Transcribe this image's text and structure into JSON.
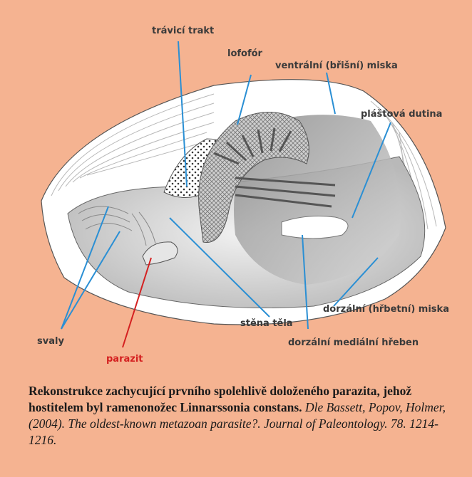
{
  "labels": {
    "travici_trakt": "trávicí trakt",
    "lofofor": "lofofór",
    "ventralni_miska": "ventrální (břišní) miska",
    "plastova_dutina": "plášťová dutina",
    "dorzalni_miska": "dorzální (hřbetní) miska",
    "stena_tela": "stěna těla",
    "dorzalni_hreben": "dorzální mediální hřeben",
    "svaly": "svaly",
    "parazit": "parazit"
  },
  "caption": {
    "bold_text": "Rekonstrukce zachycující prvního spolehlivě doloženého parazita, jehož hostitelem byl ramenonožec Linnarssonia constans.",
    "italic_text": "Dle Bassett, Popov, Holmer, (2004). The oldest-known metazoan parasite?. Journal of Paleontology. 78. 1214-1216."
  },
  "colors": {
    "background": "#f5b391",
    "leader_lines": "#2a8fd4",
    "parasite_label": "#d42020"
  }
}
